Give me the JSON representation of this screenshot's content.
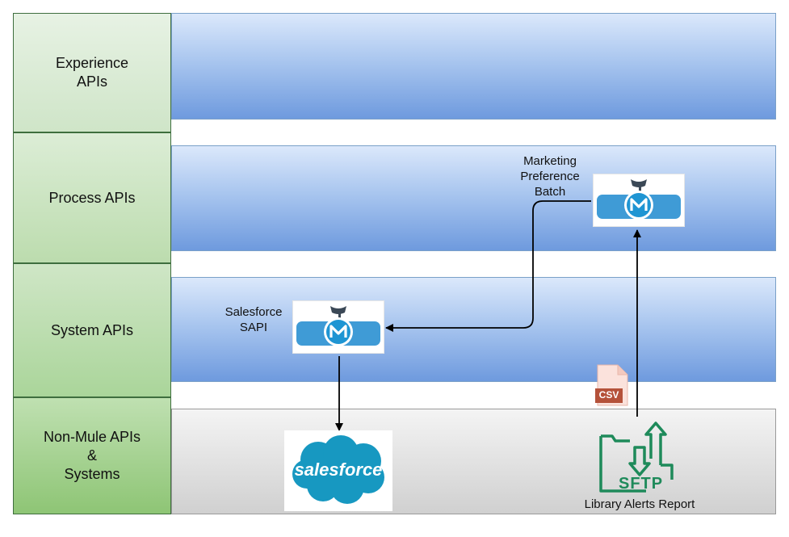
{
  "layers": [
    {
      "label": "Experience\nAPIs"
    },
    {
      "label": "Process APIs"
    },
    {
      "label": "System APIs"
    },
    {
      "label": "Non-Mule APIs\n&\nSystems"
    }
  ],
  "nodes": {
    "marketing_batch": {
      "label": "Marketing\nPreference\nBatch"
    },
    "salesforce_sapi": {
      "label": "Salesforce\nSAPI"
    },
    "salesforce": {
      "logo_text": "salesforce"
    },
    "csv": {
      "text": "CSV"
    },
    "sftp": {
      "logo_text": "SFTP",
      "label": "Library Alerts Report"
    }
  },
  "colors": {
    "layer_cell_top": "#d6ead2",
    "layer_cell_bottom": "#93c77d",
    "mule_blue": "#3f9bd6",
    "salesforce_blue": "#1798c1",
    "sftp_green": "#1e8a5a",
    "csv_red": "#b5523a"
  },
  "icons": {
    "mule": "mulesoft-icon",
    "salesforce": "salesforce-cloud-icon",
    "csv": "csv-file-icon",
    "sftp": "sftp-folder-icon"
  }
}
